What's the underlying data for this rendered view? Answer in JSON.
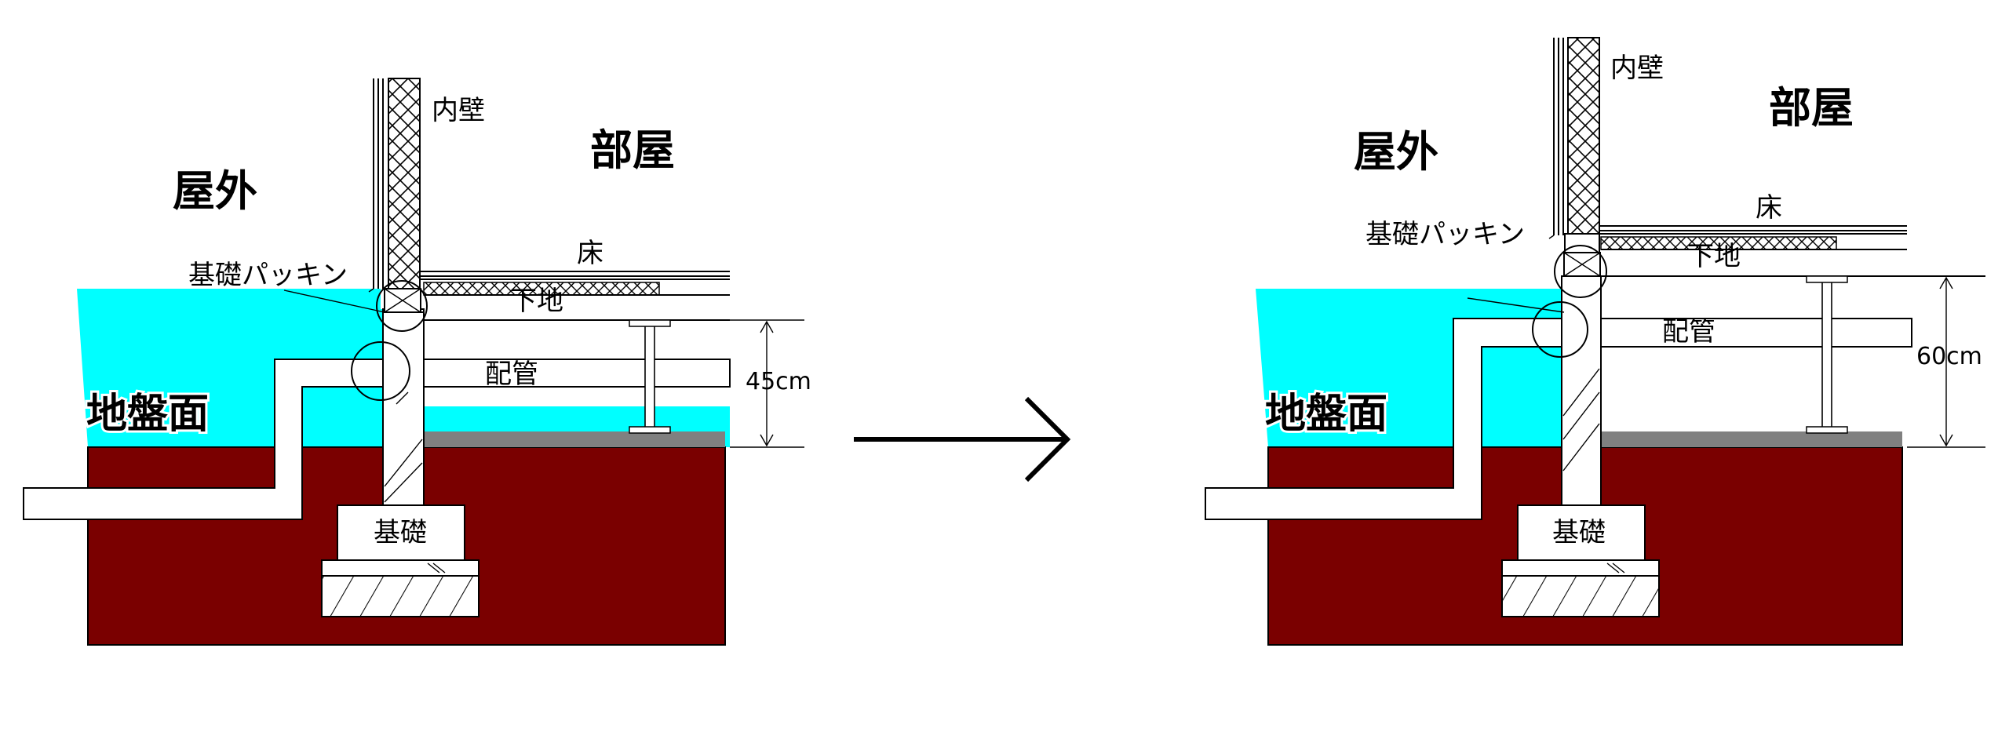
{
  "colors": {
    "water": "#00ffff",
    "soil": "#7a0000",
    "slab": "#808080",
    "line": "#000000",
    "background": "#ffffff"
  },
  "arrow_icon": "right-arrow",
  "left": {
    "outside": "屋外",
    "room": "部屋",
    "inner_wall": "内壁",
    "floor": "床",
    "subfloor": "下地",
    "packing": "基礎パッキン",
    "pipe": "配管",
    "ground": "地盤面",
    "foundation": "基礎",
    "height": "45cm"
  },
  "right": {
    "outside": "屋外",
    "room": "部屋",
    "inner_wall": "内壁",
    "floor": "床",
    "subfloor": "下地",
    "packing": "基礎パッキン",
    "pipe": "配管",
    "ground": "地盤面",
    "foundation": "基礎",
    "height": "60cm"
  }
}
